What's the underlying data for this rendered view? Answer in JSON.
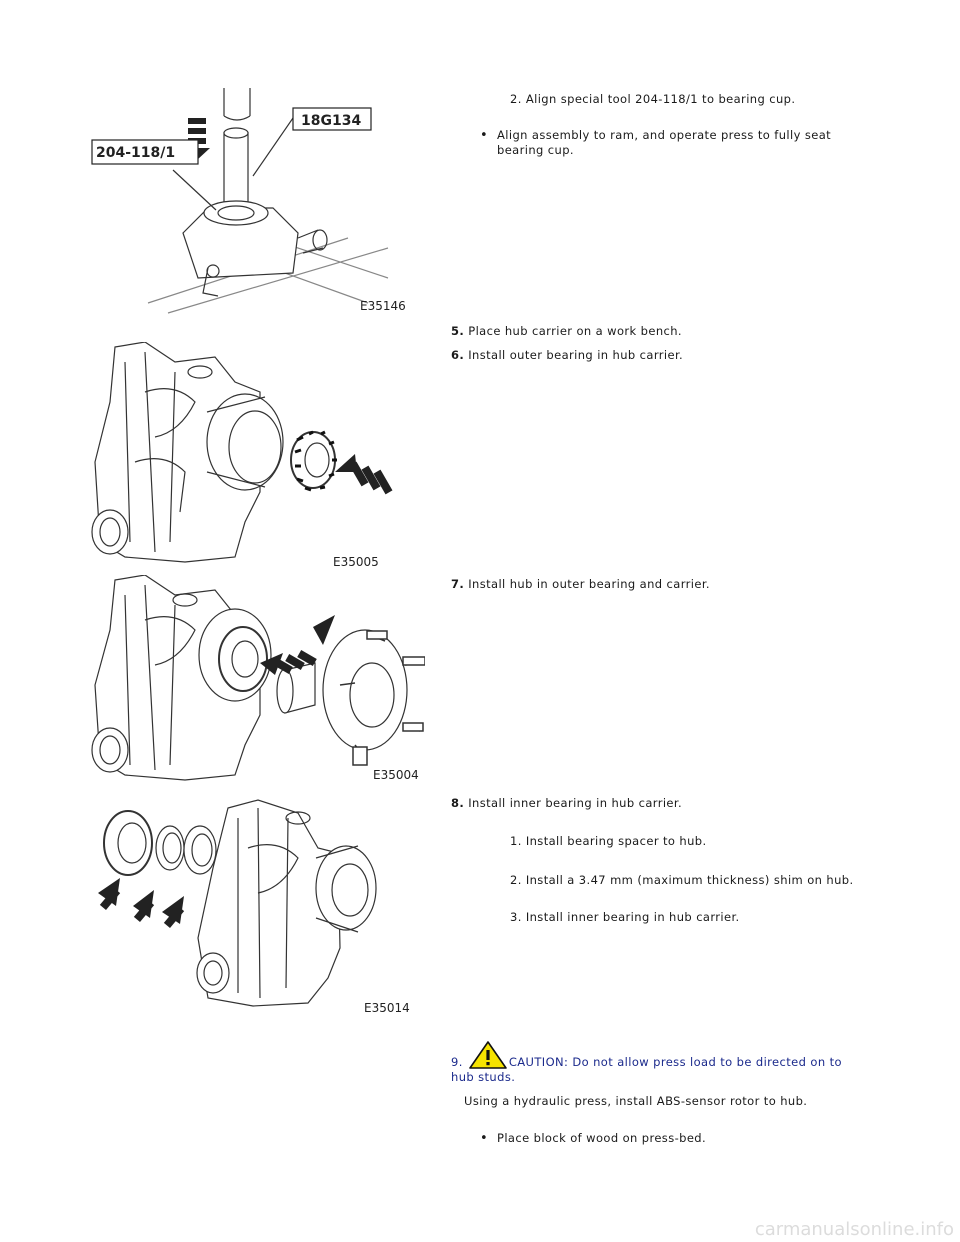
{
  "figures": [
    {
      "code": "E35146",
      "callouts": [
        "204-118/1",
        "18G134"
      ]
    },
    {
      "code": "E35005"
    },
    {
      "code": "E35004"
    },
    {
      "code": "E35014"
    }
  ],
  "steps": {
    "s4_sub2": "2. Align special tool 204-118/1 to bearing cup.",
    "s4_bullet_line1": "Align assembly to ram, and operate press to fully seat",
    "s4_bullet_line2": "bearing cup.",
    "s5_num": "5.",
    "s5_text": "Place hub carrier on a work bench.",
    "s6_num": "6.",
    "s6_text": "Install outer bearing in hub carrier.",
    "s7_num": "7.",
    "s7_text": "Install hub in outer bearing and carrier.",
    "s8_num": "8.",
    "s8_text": "Install inner bearing in hub carrier.",
    "s8_sub1": "1. Install bearing spacer to hub.",
    "s8_sub2": "2. Install a 3.47 mm (maximum thickness) shim on hub.",
    "s8_sub3": "3. Install inner bearing in hub carrier.",
    "s9_num": "9.",
    "s9_caution_line1": "CAUTION: Do not allow press load to be directed on to",
    "s9_caution_line2": "hub studs.",
    "s9_text": "Using a hydraulic press, install ABS-sensor rotor to hub.",
    "s9_bullet": "Place block of wood on press-bed."
  },
  "watermark": "carmanualsonline.info"
}
